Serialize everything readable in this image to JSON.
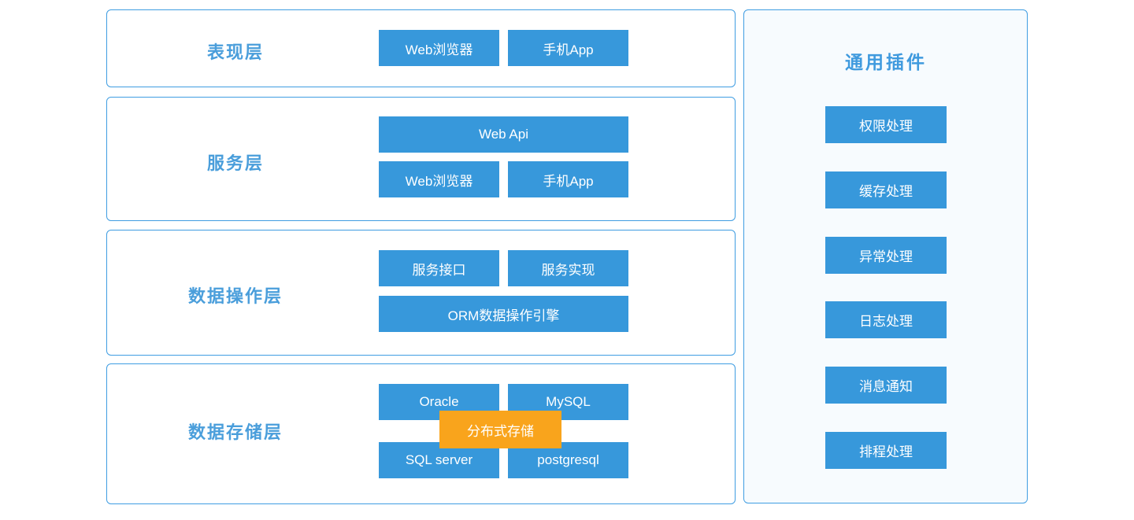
{
  "diagram": {
    "layers": [
      {
        "label": "表现层",
        "nodes": [
          {
            "label": "Web浏览器"
          },
          {
            "label": "手机App"
          }
        ]
      },
      {
        "label": "服务层",
        "nodes": [
          {
            "label": "Web Api"
          },
          {
            "label": "Web浏览器"
          },
          {
            "label": "手机App"
          }
        ]
      },
      {
        "label": "数据操作层",
        "nodes": [
          {
            "label": "服务接口"
          },
          {
            "label": "服务实现"
          },
          {
            "label": "ORM数据操作引擎"
          }
        ]
      },
      {
        "label": "数据存储层",
        "nodes": [
          {
            "label": "Oracle"
          },
          {
            "label": "MySQL"
          },
          {
            "label": "SQL server"
          },
          {
            "label": "postgresql"
          }
        ],
        "overlay": {
          "label": "分布式存储",
          "color": "#f9a41c"
        }
      }
    ],
    "plugins_panel": {
      "title": "通用插件",
      "items": [
        {
          "label": "权限处理"
        },
        {
          "label": "缓存处理"
        },
        {
          "label": "异常处理"
        },
        {
          "label": "日志处理"
        },
        {
          "label": "消息通知"
        },
        {
          "label": "排程处理"
        }
      ]
    },
    "colors": {
      "node_blue": "#3798db",
      "border_blue": "#3f9de2",
      "layer_label_blue": "#4a9edb",
      "overlay_orange": "#f9a41c",
      "panel_background": "#f7fbfe",
      "page_background": "#ffffff"
    }
  }
}
